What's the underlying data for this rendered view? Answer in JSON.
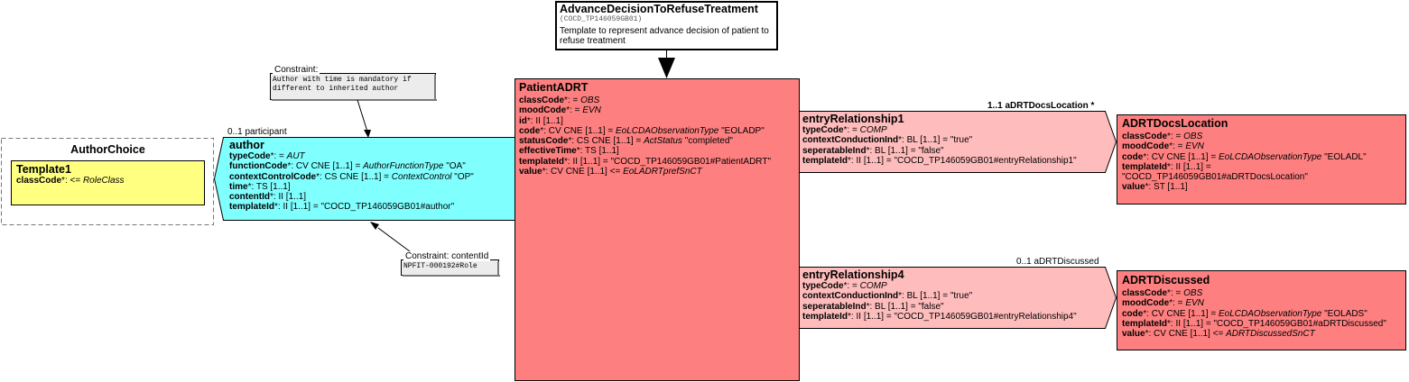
{
  "root": {
    "title": "AdvanceDecisionToRefuseTreatment",
    "id": "(COCD_TP146059GB01)",
    "description": "Template to represent advance decision of patient to refuse treatment"
  },
  "constraints": {
    "author_time": {
      "heading": "Constraint:",
      "text": "Author with time is mandatory if different to inherited author"
    },
    "content_id": {
      "heading": "Constraint: contentId",
      "text": "NPFIT-000192#Role"
    }
  },
  "author_choice": {
    "title": "AuthorChoice",
    "template1": {
      "title": "Template1",
      "attr_name": "classCode",
      "attr_rest": ": <= ",
      "attr_value": "RoleClass"
    }
  },
  "author": {
    "assoc_label": "0..1 participant",
    "title": "author",
    "lines": [
      {
        "name": "typeCode",
        "pre": ": = ",
        "ital": "AUT",
        "post": ""
      },
      {
        "name": "functionCode",
        "pre": ": CV CNE [1..1] = ",
        "ital": "AuthorFunctionType",
        "post": " \"OA\""
      },
      {
        "name": "contextControlCode",
        "pre": ": CS CNE [1..1] = ",
        "ital": "ContextControl",
        "post": " \"OP\""
      },
      {
        "name": "time",
        "pre": ": TS [1..1]",
        "ital": "",
        "post": ""
      },
      {
        "name": "contentId",
        "pre": ": II [1..1]",
        "ital": "",
        "post": ""
      },
      {
        "name": "templateId",
        "pre": ": II [1..1] = \"COCD_TP146059GB01#author\"",
        "ital": "",
        "post": ""
      }
    ]
  },
  "patient": {
    "title": "PatientADRT",
    "lines": [
      {
        "name": "classCode",
        "pre": ": = ",
        "ital": "OBS",
        "post": ""
      },
      {
        "name": "moodCode",
        "pre": ": = ",
        "ital": "EVN",
        "post": ""
      },
      {
        "name": "id",
        "pre": ": II [1..1]",
        "ital": "",
        "post": ""
      },
      {
        "name": "code",
        "pre": ": CV CNE [1..1] = ",
        "ital": "EoLCDAObservationType",
        "post": " \"EOLADP\""
      },
      {
        "name": "statusCode",
        "pre": ": CS CNE [1..1] = ",
        "ital": "ActStatus",
        "post": " \"completed\""
      },
      {
        "name": "effectiveTime",
        "pre": ": TS [1..1]",
        "ital": "",
        "post": ""
      },
      {
        "name": "templateId",
        "pre": ": II [1..1] = \"COCD_TP146059GB01#PatientADRT\"",
        "ital": "",
        "post": ""
      },
      {
        "name": "value",
        "pre": ": CV CNE [1..1] <= ",
        "ital": "EoLADRTprefSnCT",
        "post": ""
      }
    ]
  },
  "entry1": {
    "assoc_label": "1..1 aDRTDocsLocation  *",
    "title": "entryRelationship1",
    "lines": [
      {
        "name": "typeCode",
        "pre": ": = ",
        "ital": "COMP",
        "post": ""
      },
      {
        "name": "contextConductionInd",
        "pre": ": BL [1..1] = \"true\"",
        "ital": "",
        "post": ""
      },
      {
        "name": "seperatableInd",
        "pre": ": BL [1..1] = \"false\"",
        "ital": "",
        "post": ""
      },
      {
        "name": "templateId",
        "pre": ": II [1..1] = \"COCD_TP146059GB01#entryRelationship1\"",
        "ital": "",
        "post": ""
      }
    ]
  },
  "entry4": {
    "assoc_label": "0..1 aDRTDiscussed",
    "title": "entryRelationship4",
    "lines": [
      {
        "name": "typeCode",
        "pre": ": = ",
        "ital": "COMP",
        "post": ""
      },
      {
        "name": "contextConductionInd",
        "pre": ": BL [1..1] = \"true\"",
        "ital": "",
        "post": ""
      },
      {
        "name": "seperatableInd",
        "pre": ": BL [1..1] = \"false\"",
        "ital": "",
        "post": ""
      },
      {
        "name": "templateId",
        "pre": ": II [1..1] = \"COCD_TP146059GB01#entryRelationship4\"",
        "ital": "",
        "post": ""
      }
    ]
  },
  "docs_location": {
    "title": "ADRTDocsLocation",
    "lines": [
      {
        "name": "classCode",
        "pre": ": = ",
        "ital": "OBS",
        "post": ""
      },
      {
        "name": "moodCode",
        "pre": ": = ",
        "ital": "EVN",
        "post": ""
      },
      {
        "name": "code",
        "pre": ": CV CNE [1..1] = ",
        "ital": "EoLCDAObservationType",
        "post": " \"EOLADL\""
      },
      {
        "name": "templateId",
        "pre": ": II [1..1] =",
        "ital": "",
        "post": ""
      },
      {
        "name": "",
        "pre": "\"COCD_TP146059GB01#aDRTDocsLocation\"",
        "ital": "",
        "post": ""
      },
      {
        "name": "value",
        "pre": ": ST [1..1]",
        "ital": "",
        "post": ""
      }
    ]
  },
  "discussed": {
    "title": "ADRTDiscussed",
    "lines": [
      {
        "name": "classCode",
        "pre": ": = ",
        "ital": "OBS",
        "post": ""
      },
      {
        "name": "moodCode",
        "pre": ": = ",
        "ital": "EVN",
        "post": ""
      },
      {
        "name": "code",
        "pre": ": CV CNE [1..1] = ",
        "ital": "EoLCDAObservationType",
        "post": " \"EOLADS\""
      },
      {
        "name": "templateId",
        "pre": ": II [1..1] = \"COCD_TP146059GB01#aDRTDiscussed\"",
        "ital": "",
        "post": ""
      },
      {
        "name": "value",
        "pre": ": CV CNE [1..1] <= ",
        "ital": "ADRTDiscussedSnCT",
        "post": ""
      }
    ]
  },
  "colors": {
    "act": "#fe7f7f",
    "act_relationship": "#ffbcbc",
    "participation": "#80ffff",
    "role": "#ffff80",
    "note": "#ececec"
  }
}
